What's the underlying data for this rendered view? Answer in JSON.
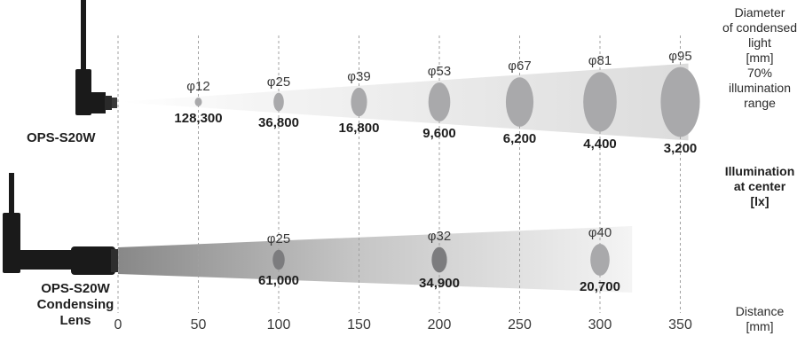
{
  "products": {
    "top": "OPS-S20W",
    "bottom_line1": "OPS-S20W",
    "bottom_line2": "Condensing",
    "bottom_line3": "Lens"
  },
  "legend": {
    "diameter_lines": [
      "Diameter",
      "of condensed",
      "light",
      "[mm]",
      "70%",
      "illumination",
      "range"
    ],
    "illum_lines": [
      "Illumination",
      "at center",
      "[lx]"
    ],
    "distance_lines": [
      "Distance",
      "[mm]"
    ]
  },
  "distance_ticks": [
    "0",
    "50",
    "100",
    "150",
    "200",
    "250",
    "300",
    "350"
  ],
  "top_series": [
    {
      "distance": 50,
      "diameter_label": "φ12",
      "illum_label": "128,300"
    },
    {
      "distance": 100,
      "diameter_label": "φ25",
      "illum_label": "36,800"
    },
    {
      "distance": 150,
      "diameter_label": "φ39",
      "illum_label": "16,800"
    },
    {
      "distance": 200,
      "diameter_label": "φ53",
      "illum_label": "9,600"
    },
    {
      "distance": 250,
      "diameter_label": "φ67",
      "illum_label": "6,200"
    },
    {
      "distance": 300,
      "diameter_label": "φ81",
      "illum_label": "4,400"
    },
    {
      "distance": 350,
      "diameter_label": "φ95",
      "illum_label": "3,200"
    }
  ],
  "bottom_series": [
    {
      "distance": 100,
      "diameter_label": "φ25",
      "illum_label": "61,000"
    },
    {
      "distance": 200,
      "diameter_label": "φ32",
      "illum_label": "34,900"
    },
    {
      "distance": 300,
      "diameter_label": "φ40",
      "illum_label": "20,700"
    }
  ],
  "colors": {
    "light_spot": "#a9a9ab",
    "dark_spot": "#7c7c7e",
    "device": "#1a1a1a",
    "grid_line": "#a0a0a0"
  }
}
